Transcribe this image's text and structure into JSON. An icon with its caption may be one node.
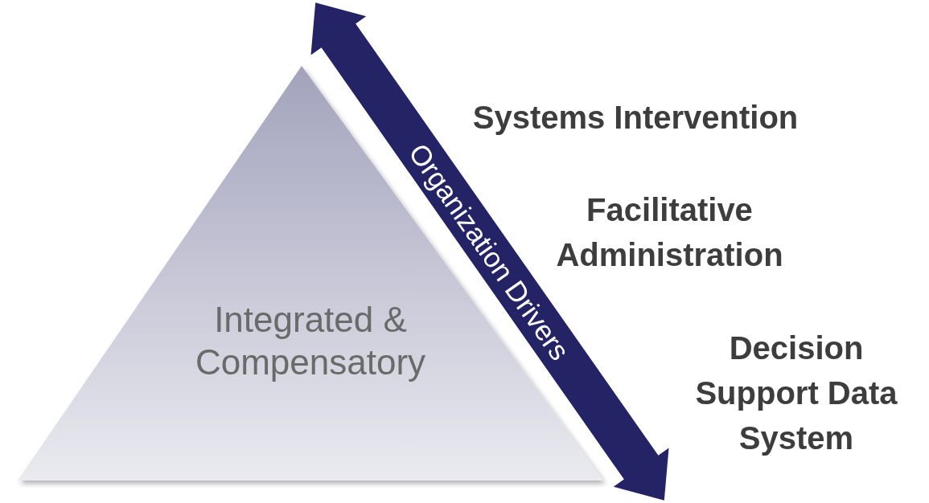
{
  "diagram": {
    "nodes": [
      {
        "text": [
          "Integrated & Compensatory"
        ]
      },
      {
        "text": [
          "Organization Drivers"
        ]
      }
    ],
    "labels": [
      "Systems Intervention",
      "Facilitative Administration",
      "Decision Support Data System"
    ]
  }
}
